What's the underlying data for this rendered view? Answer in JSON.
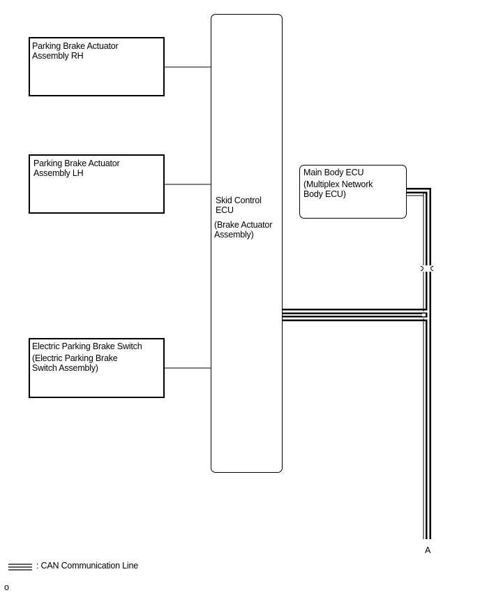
{
  "components": {
    "pba_rh": {
      "line1": "Parking Brake Actuator",
      "line2": "Assembly RH"
    },
    "pba_lh": {
      "line1": "Parking Brake Actuator",
      "line2": "Assembly LH"
    },
    "epb_switch": {
      "line1": "Electric Parking Brake Switch",
      "line2": "(Electric Parking Brake",
      "line3": "Switch Assembly)"
    },
    "skid_ecu": {
      "line1": "Skid Control",
      "line2": "ECU",
      "line3": "(Brake Actuator",
      "line4": "Assembly)"
    },
    "main_body_ecu": {
      "line1": "Main Body ECU",
      "line2": "(Multiplex Network",
      "line3": "Body ECU)"
    }
  },
  "bus_end_label": "A",
  "legend": {
    "label": ": CAN Communication Line"
  },
  "footnote": "o"
}
